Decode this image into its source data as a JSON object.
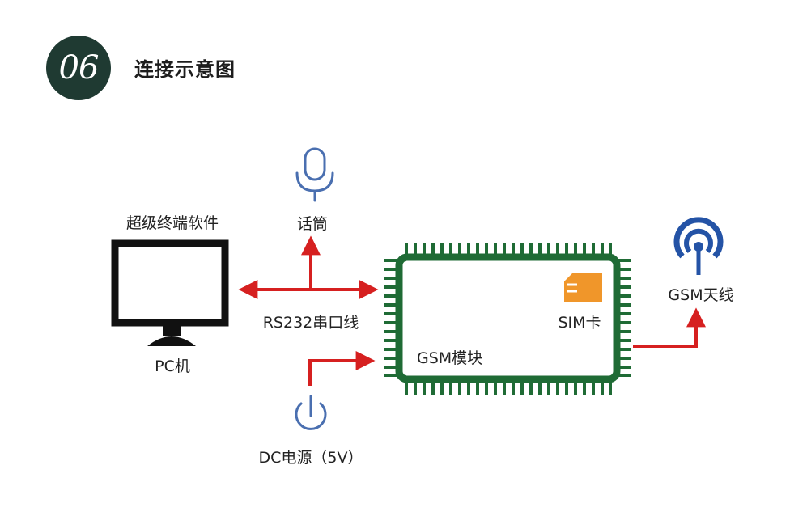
{
  "header": {
    "number": "06",
    "title": "连接示意图"
  },
  "diagram": {
    "pc_software_label": "超级终端软件",
    "pc_label": "PC机",
    "mic_label": "话筒",
    "serial_label": "RS232串口线",
    "power_label": "DC电源（5V）",
    "module_label": "GSM模块",
    "sim_label": "SIM卡",
    "antenna_label": "GSM天线"
  },
  "icons": {
    "pc": "monitor-icon",
    "mic": "microphone-icon",
    "power": "power-icon",
    "sim": "sim-card-icon",
    "antenna": "antenna-icon"
  },
  "colors": {
    "badge": "#1f3a32",
    "arrow": "#d62020",
    "module_border": "#1f6b35",
    "icon_blue": "#4a6fb0",
    "antenna_blue": "#2453a6",
    "sim": "#f0962a",
    "monitor": "#111111"
  }
}
